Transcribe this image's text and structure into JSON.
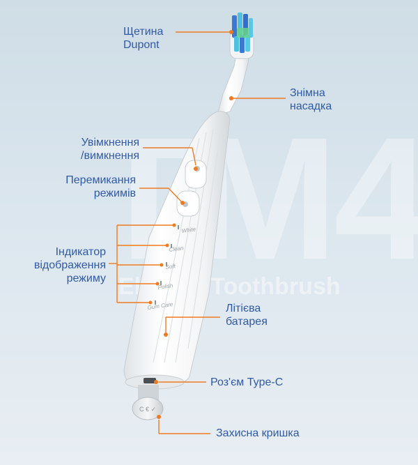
{
  "watermark": {
    "model": "TM4",
    "subtitle": "Electric Toothbrush"
  },
  "brush": {
    "mode_labels": [
      "White",
      "Clean",
      "Soft",
      "Polish",
      "Gum Care"
    ]
  },
  "labels": {
    "bristles": [
      "Щетина",
      "Dupont"
    ],
    "head": [
      "Знімна",
      "насадка"
    ],
    "power": [
      "Увімкнення",
      "/вимкнення"
    ],
    "mode_switch": [
      "Перемикання",
      "режимів"
    ],
    "indicator": [
      "Індикатор",
      "відображення",
      "режиму"
    ],
    "battery": [
      "Літієва",
      "батарея"
    ],
    "port": [
      "Роз'єм Type-C"
    ],
    "cover": [
      "Захисна кришка"
    ]
  },
  "colors": {
    "label": "#2f5aa8",
    "accent": "#f07a1f",
    "body": "#f4f5f6"
  }
}
